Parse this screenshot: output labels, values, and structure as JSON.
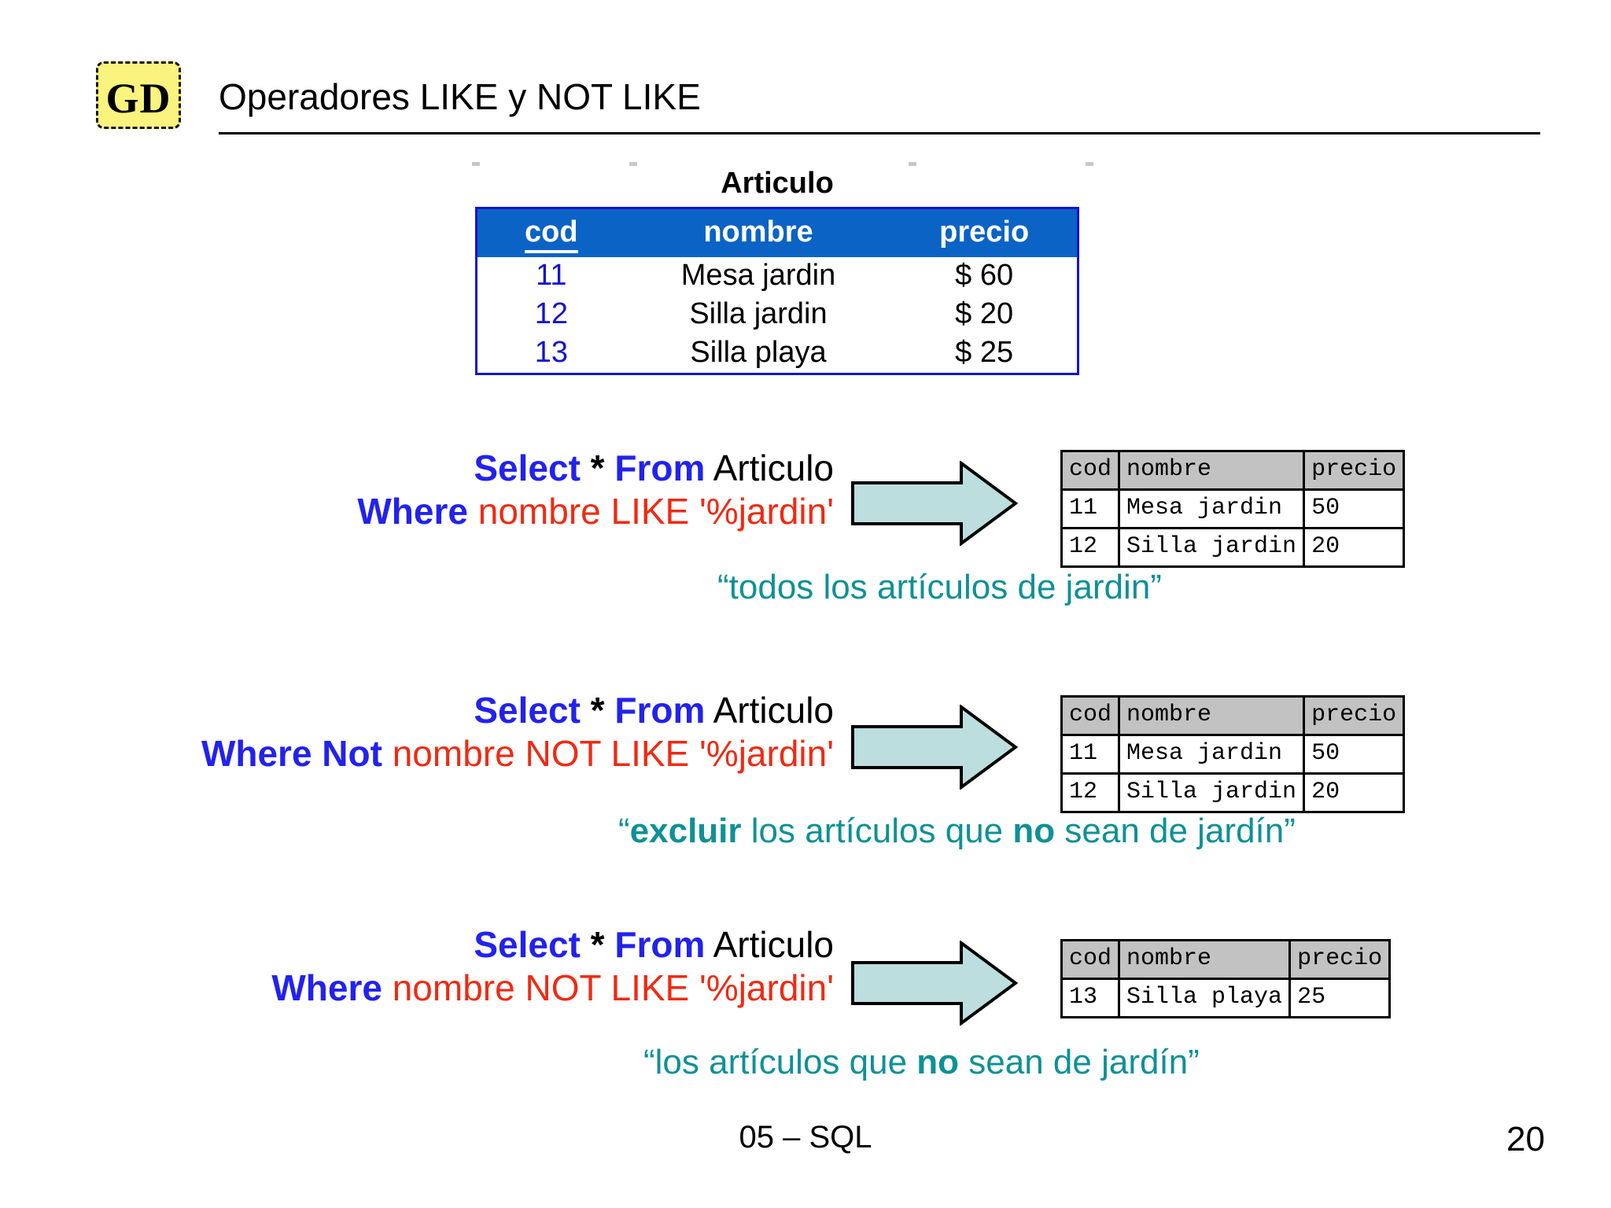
{
  "header": {
    "logo_text": "GD",
    "title": "Operadores LIKE y NOT LIKE"
  },
  "articulo_table": {
    "caption": "Articulo",
    "columns": [
      "cod",
      "nombre",
      "precio"
    ],
    "rows": [
      {
        "cod": "11",
        "nombre": "Mesa jardin",
        "precio": "$ 60"
      },
      {
        "cod": "12",
        "nombre": "Silla jardin",
        "precio": "$ 20"
      },
      {
        "cod": "13",
        "nombre": "Silla playa",
        "precio": "$ 25"
      }
    ]
  },
  "examples": [
    {
      "query_line1": {
        "kw1": "Select",
        "star": "*",
        "kw2": "From",
        "table": "Articulo"
      },
      "query_line2": {
        "kw": "Where",
        "expr": "nombre LIKE '%jardin'"
      },
      "arrow_label": "right-arrow",
      "result": {
        "columns": [
          "cod",
          "nombre",
          "precio"
        ],
        "rows": [
          {
            "cod": "11",
            "nombre": "Mesa jardin",
            "precio": "50"
          },
          {
            "cod": "12",
            "nombre": "Silla jardin",
            "precio": "20"
          }
        ]
      },
      "caption": {
        "open": "“",
        "pre": "",
        "bold1": "",
        "mid": "todos los artículos de jardin",
        "bold2": "",
        "post": "",
        "close": "”"
      }
    },
    {
      "query_line1": {
        "kw1": "Select",
        "star": "*",
        "kw2": "From",
        "table": "Articulo"
      },
      "query_line2": {
        "kw": "Where Not",
        "expr": "nombre NOT LIKE '%jardin'"
      },
      "arrow_label": "right-arrow",
      "result": {
        "columns": [
          "cod",
          "nombre",
          "precio"
        ],
        "rows": [
          {
            "cod": "11",
            "nombre": "Mesa jardin",
            "precio": "50"
          },
          {
            "cod": "12",
            "nombre": "Silla jardin",
            "precio": "20"
          }
        ]
      },
      "caption": {
        "open": "“",
        "bold1": "excluir",
        "mid": " los artículos que ",
        "bold2": "no",
        "post": " sean de jardín",
        "close": "”"
      }
    },
    {
      "query_line1": {
        "kw1": "Select",
        "star": "*",
        "kw2": "From",
        "table": "Articulo"
      },
      "query_line2": {
        "kw": "Where",
        "expr": "nombre NOT LIKE '%jardin'"
      },
      "arrow_label": "right-arrow",
      "result": {
        "columns": [
          "cod",
          "nombre",
          "precio"
        ],
        "rows": [
          {
            "cod": "13",
            "nombre": "Silla playa",
            "precio": "25"
          }
        ]
      },
      "caption": {
        "open": "“",
        "bold1": "",
        "mid": "los artículos que ",
        "bold2": "no",
        "post": " sean de jardín",
        "close": "”"
      }
    }
  ],
  "footer": {
    "section": "05 – SQL",
    "page_number": "20"
  },
  "colors": {
    "header_blue": "#0B63C5",
    "border_blue": "#1515D0",
    "keyword_blue": "#2222EE",
    "expression_red": "#F02A12",
    "caption_teal": "#0E9196",
    "arrow_fill": "#BCDEDE",
    "result_header_gray": "#C2C2C2",
    "logo_yellow": "#FAF37E"
  }
}
